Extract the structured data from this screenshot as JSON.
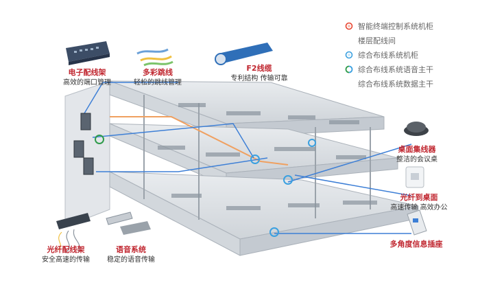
{
  "legend": [
    {
      "label": "智能终端控制系统机柜",
      "icon": "red-ring-icon",
      "color": "#e8442f"
    },
    {
      "label": "楼层配线间",
      "icon": "none",
      "color": ""
    },
    {
      "label": "综合布线系统机柜",
      "icon": "blue-ring-icon",
      "color": "#3aa0e0"
    },
    {
      "label": "综合布线系统语音主干",
      "icon": "green-split-ring-icon",
      "color": "#2e9b4a"
    },
    {
      "label": "综合布线系统数据主干",
      "icon": "none",
      "color": ""
    }
  ],
  "callouts": {
    "patch_panel": {
      "title": "电子配线架",
      "subtitle": "高效的端口管理"
    },
    "color_jumper": {
      "title": "多彩跳线",
      "subtitle": "轻松的跳线管理"
    },
    "f2_cable": {
      "title": "F2线缆",
      "subtitle": "专利结构  传输可靠"
    },
    "desk_hub": {
      "title": "桌面集线器",
      "subtitle": "整洁的会议桌"
    },
    "fiber_desk": {
      "title": "光纤到桌面",
      "subtitle": "高速传输  高效办公"
    },
    "multi_socket": {
      "title": "多角度信息插座",
      "subtitle": ""
    },
    "fiber_panel": {
      "title": "光纤配线架",
      "subtitle": "安全高速的传输"
    },
    "voice_system": {
      "title": "语音系统",
      "subtitle": "稳定的语音传输"
    }
  },
  "colors": {
    "title_red": "#c0262f",
    "blue_line": "#3d7fd6",
    "orange_line": "#f0a060",
    "floor_gray": "#d9dde2"
  }
}
